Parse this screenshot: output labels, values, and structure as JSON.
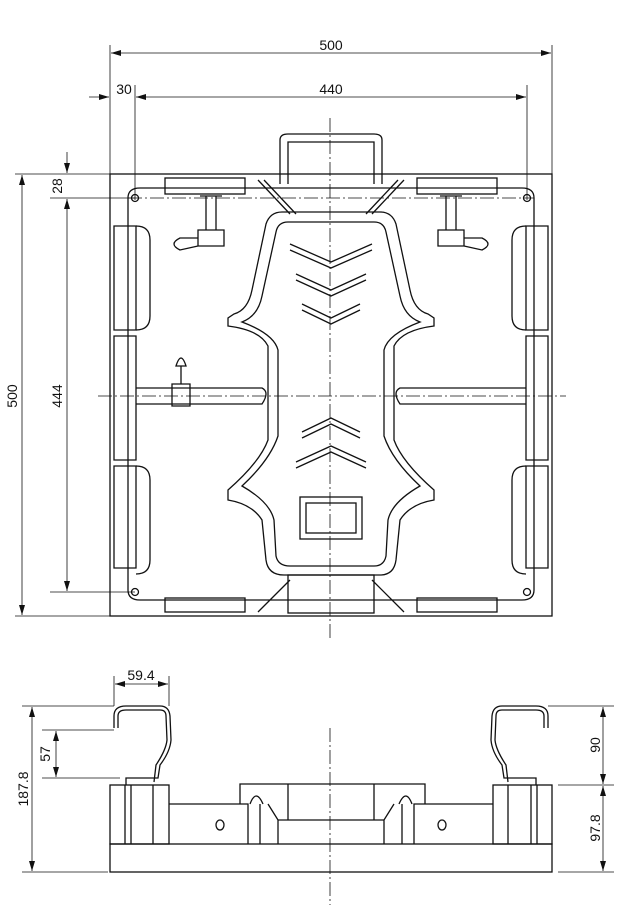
{
  "drawing": {
    "top_view": {
      "dimensions": {
        "overall_width": "500",
        "edge_offset": "30",
        "hole_spacing_x": "440",
        "edge_offset_y": "28",
        "overall_height": "500",
        "hole_spacing_y": "444"
      }
    },
    "side_view": {
      "dimensions": {
        "handle_width": "59.4",
        "handle_clearance": "57",
        "total_height": "187.8",
        "handle_height": "90",
        "body_height": "97.8"
      }
    }
  }
}
